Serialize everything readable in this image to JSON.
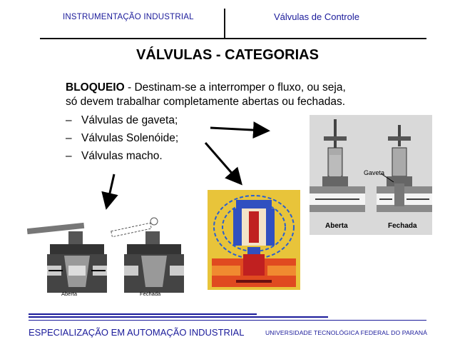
{
  "header": {
    "left": "INSTRUMENTAÇÃO INDUSTRIAL",
    "right": "Válvulas de Controle"
  },
  "title": "VÁLVULAS - CATEGORIAS",
  "body": {
    "keyword": "BLOQUEIO",
    "line1_rest": " -  Destinam-se a interromper o fluxo, ou seja,",
    "line2": "só devem trabalhar completamente abertas ou fechadas.",
    "bullets": [
      {
        "dash": "–",
        "text": "Válvulas de gaveta;"
      },
      {
        "dash": "–",
        "text": "Válvulas Solenóide;"
      },
      {
        "dash": "–",
        "text": "Válvulas macho."
      }
    ]
  },
  "figures": {
    "plug_valve": {
      "open_label": "Aberta",
      "closed_label": "Fechada"
    },
    "gate_valve": {
      "gate_label": "Gaveta",
      "open_label": "Aberta",
      "closed_label": "Fechada"
    }
  },
  "footer": {
    "left": "ESPECIALIZAÇÃO EM AUTOMAÇÃO INDUSTRIAL",
    "right": "UNIVERSIDADE TECNOLÓGICA FEDERAL DO PARANÁ"
  }
}
